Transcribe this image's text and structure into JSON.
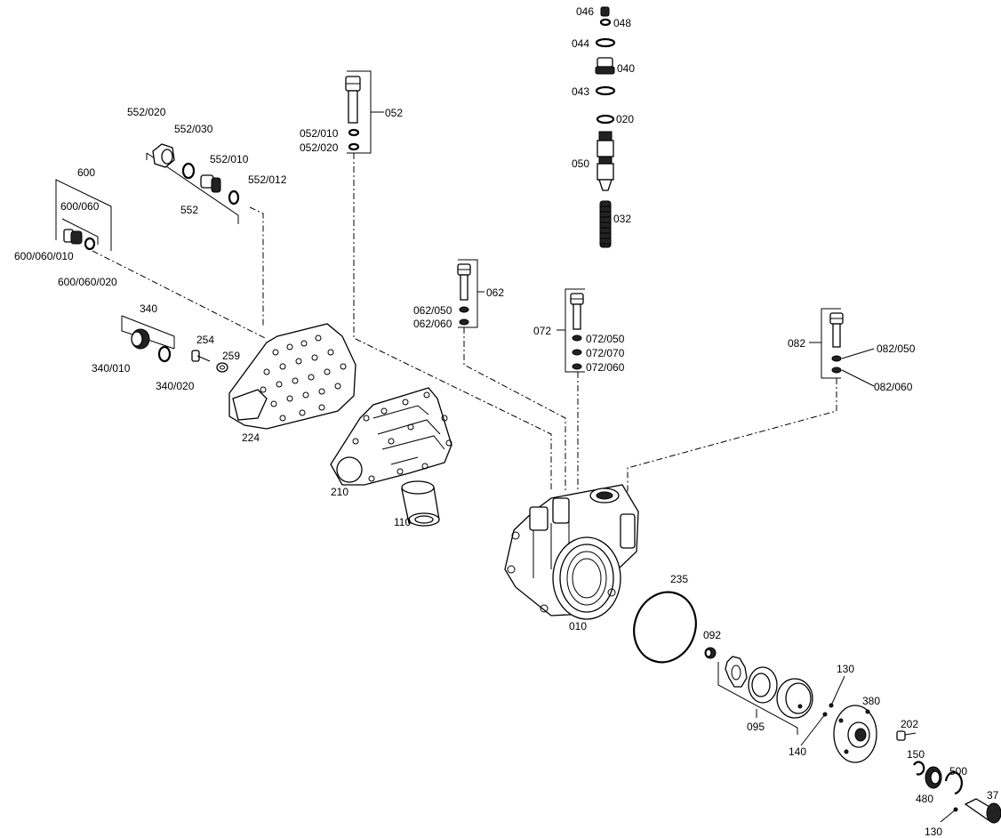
{
  "labels": {
    "p046": "046",
    "p048": "048",
    "p044": "044",
    "p040": "040",
    "p043": "043",
    "p020": "020",
    "p050": "050",
    "p032": "032",
    "p052": "052",
    "p052_010": "052/010",
    "p052_020": "052/020",
    "p552_020": "552/020",
    "p552_030": "552/030",
    "p552_010": "552/010",
    "p552_012": "552/012",
    "p552": "552",
    "p600": "600",
    "p600_060": "600/060",
    "p600_060_010": "600/060/010",
    "p600_060_020": "600/060/020",
    "p340": "340",
    "p340_010": "340/010",
    "p340_020": "340/020",
    "p254": "254",
    "p259": "259",
    "p224": "224",
    "p210": "210",
    "p110": "110",
    "p062": "062",
    "p062_050": "062/050",
    "p062_060": "062/060",
    "p072": "072",
    "p072_050": "072/050",
    "p072_070": "072/070",
    "p072_060": "072/060",
    "p082": "082",
    "p082_050": "082/050",
    "p082_060": "082/060",
    "p010": "010",
    "p235": "235",
    "p092": "092",
    "p095": "095",
    "p130a": "130",
    "p380": "380",
    "p140": "140",
    "p202": "202",
    "p150": "150",
    "p500": "500",
    "p480": "480",
    "p130b": "130",
    "p37x": "37"
  }
}
